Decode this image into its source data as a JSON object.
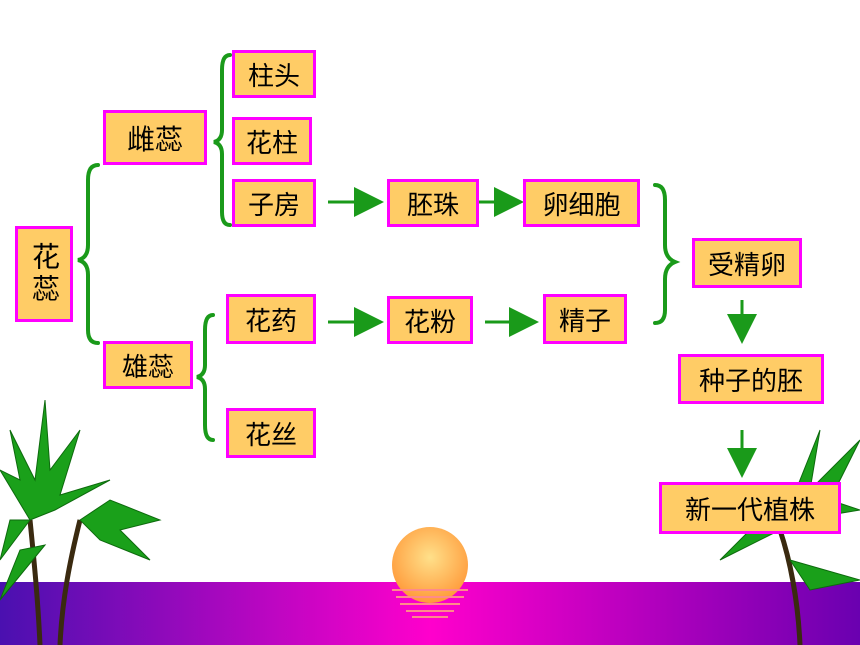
{
  "colors": {
    "box_fill": "#ffcc66",
    "box_border": "#ff00ff",
    "connector": "#1a9a1a",
    "ground_top": "#6a00b0",
    "ground_mid": "#ff00cc",
    "sun": "#ffaa44",
    "palm": "#1aa01a"
  },
  "diagram": {
    "root": "花蕊",
    "pistil": "雌蕊",
    "stamen": "雄蕊",
    "stigma": "柱头",
    "style": "花柱",
    "ovary": "子房",
    "ovule": "胚珠",
    "egg_cell": "卵细胞",
    "anther": "花药",
    "filament": "花丝",
    "pollen": "花粉",
    "sperm": "精子",
    "zygote": "受精卵",
    "embryo": "种子的胚",
    "new_plant": "新一代植株"
  }
}
